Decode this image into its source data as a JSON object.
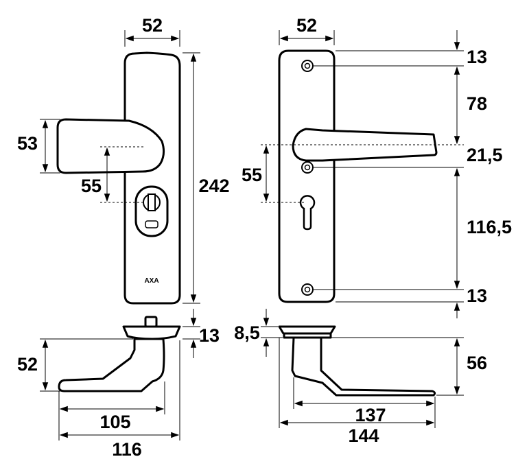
{
  "colors": {
    "line": "#000000",
    "background": "#ffffff"
  },
  "brand": "AXA",
  "dimensions": {
    "left_view": {
      "plate_width": "52",
      "handle_height": "53",
      "handle_to_cylinder": "55",
      "plate_height": "242"
    },
    "right_view": {
      "plate_width": "52",
      "top_screw_offset": "13",
      "screw_to_handle": "78",
      "handle_to_screw": "21,5",
      "handle_to_cylinder": "55",
      "screw_to_bottom_screw": "116,5",
      "bottom_screw_offset": "13"
    },
    "left_side_view": {
      "rose_thickness": "13",
      "handle_height": "52",
      "handle_length": "105",
      "total_length": "116"
    },
    "right_side_view": {
      "rose_thickness": "8,5",
      "handle_height": "56",
      "handle_length": "137",
      "total_length": "144"
    }
  }
}
